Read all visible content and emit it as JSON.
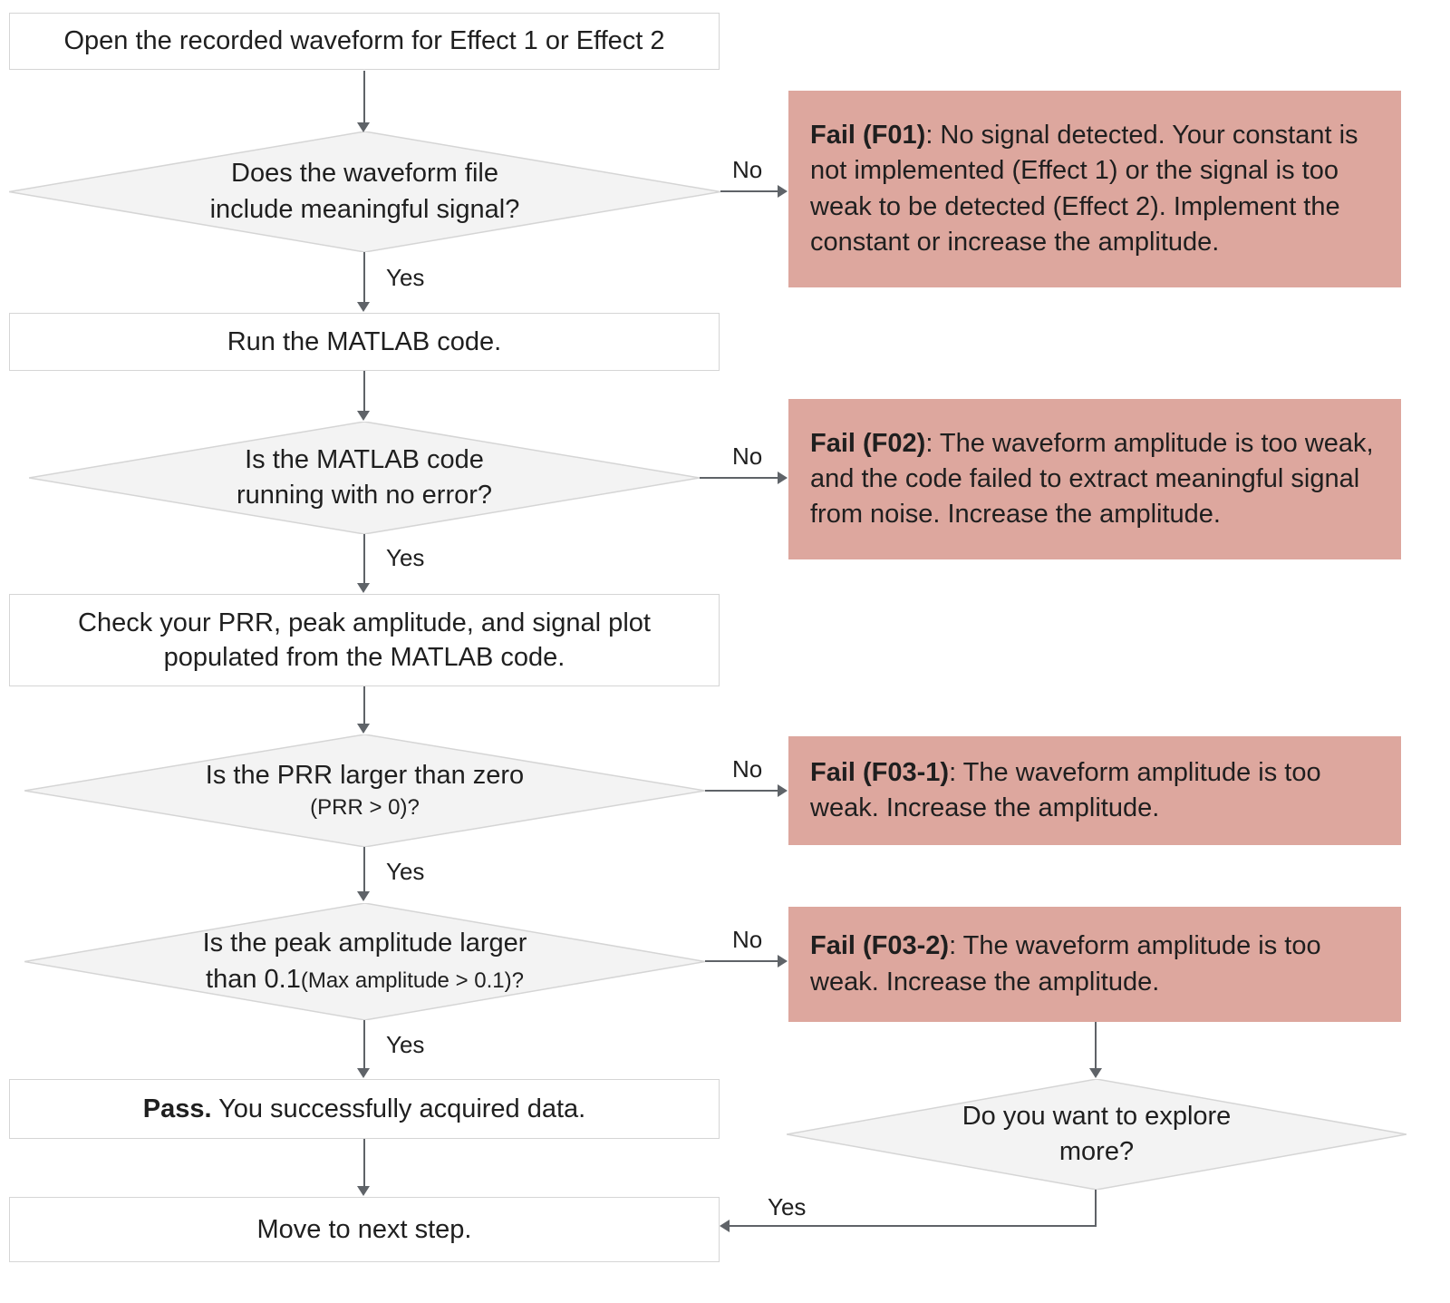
{
  "nodes": {
    "open_waveform": {
      "label": "Open the recorded waveform for Effect 1 or Effect 2"
    },
    "d_signal": {
      "line1": "Does the waveform file",
      "line2": "include meaningful signal?"
    },
    "run_matlab": {
      "label": "Run the MATLAB code."
    },
    "d_error": {
      "line1": "Is the MATLAB code",
      "line2": "running with no error?"
    },
    "check_prr": {
      "line1": "Check your PRR, peak amplitude, and signal plot",
      "line2": "populated from the MATLAB code."
    },
    "d_prr": {
      "line1": "Is the PRR larger than zero",
      "line2": "(PRR > 0)?"
    },
    "d_amp": {
      "line1": "Is the peak amplitude larger",
      "line2_normal": "than 0.1",
      "line2_small": "(Max amplitude > 0.1)?"
    },
    "pass": {
      "title": "Pass.",
      "body": " You successfully acquired data."
    },
    "move": {
      "label": "Move to next step."
    },
    "d_explore": {
      "line1": "Do you want to explore",
      "line2": "more?"
    },
    "fail_f01": {
      "title": "Fail (F01)",
      "body": ": No signal detected. Your constant is not implemented (Effect 1) or the signal is too weak to be detected (Effect 2). Implement the constant or increase the amplitude."
    },
    "fail_f02": {
      "title": "Fail (F02)",
      "body": ": The waveform amplitude is too weak, and the code failed to extract meaningful signal from noise. Increase the amplitude."
    },
    "fail_f03_1": {
      "title": "Fail (F03-1)",
      "body": ": The waveform amplitude is too weak. Increase the amplitude."
    },
    "fail_f03_2": {
      "title": "Fail (F03-2)",
      "body": ": The waveform amplitude is too weak. Increase the amplitude."
    }
  },
  "labels": {
    "yes": "Yes",
    "no": "No"
  },
  "colors": {
    "fail_bg": "#dda79e",
    "diamond_fill": "#f3f3f3",
    "shape_border": "#d5d5d5",
    "line_color": "#5f6368",
    "text_color": "#1f1f1f"
  }
}
